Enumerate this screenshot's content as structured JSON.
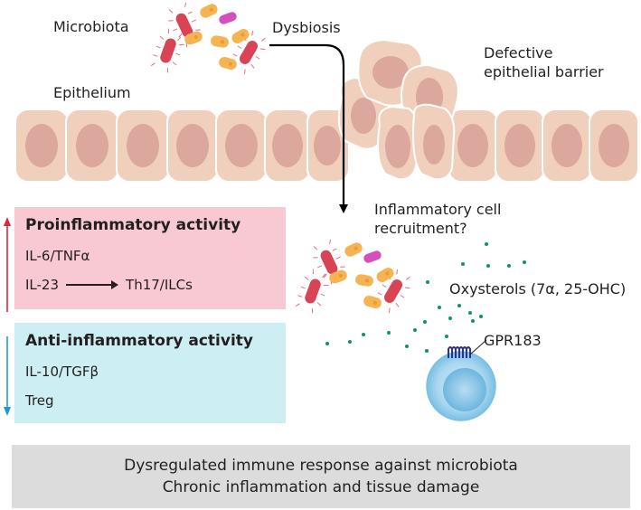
{
  "labels": {
    "microbiota": "Microbiota",
    "dysbiosis": "Dysbiosis",
    "defective_barrier_line1": "Defective",
    "defective_barrier_line2": "epithelial barrier",
    "epithelium": "Epithelium",
    "recruitment_line1": "Inflammatory cell",
    "recruitment_line2": "recruitment?",
    "oxysterols": "Oxysterols (7α, 25-OHC)",
    "receptor": "GPR183"
  },
  "proinflammatory": {
    "title": "Proinflammatory activity",
    "line1": "IL-6/TNFα",
    "line2_left": "IL-23",
    "line2_right": "Th17/ILCs"
  },
  "anti_inflammatory": {
    "title": "Anti-inflammatory activity",
    "line1": "IL-10/TGFβ",
    "line2": "Treg"
  },
  "footer": {
    "line1": "Dysregulated immune response against microbiota",
    "line2": "Chronic inflammation and tissue damage"
  },
  "colors": {
    "cell_fill": "#f0d0bc",
    "cell_stroke": "#ffffff",
    "nucleus": "#dca79c",
    "bacteria_red": "#d84356",
    "bacteria_orange": "#f5b451",
    "bacteria_magenta": "#d64fc1",
    "oxysterol_dot": "#13906f",
    "pro_box": "#f9c9d3",
    "anti_box": "#cdeef2",
    "up_arrow": "#e2263a",
    "down_arrow": "#1d9ad6",
    "receptor": "#2e3192",
    "immune_cell": "#8ac9ea",
    "footer_bg": "#dcdcdc"
  }
}
